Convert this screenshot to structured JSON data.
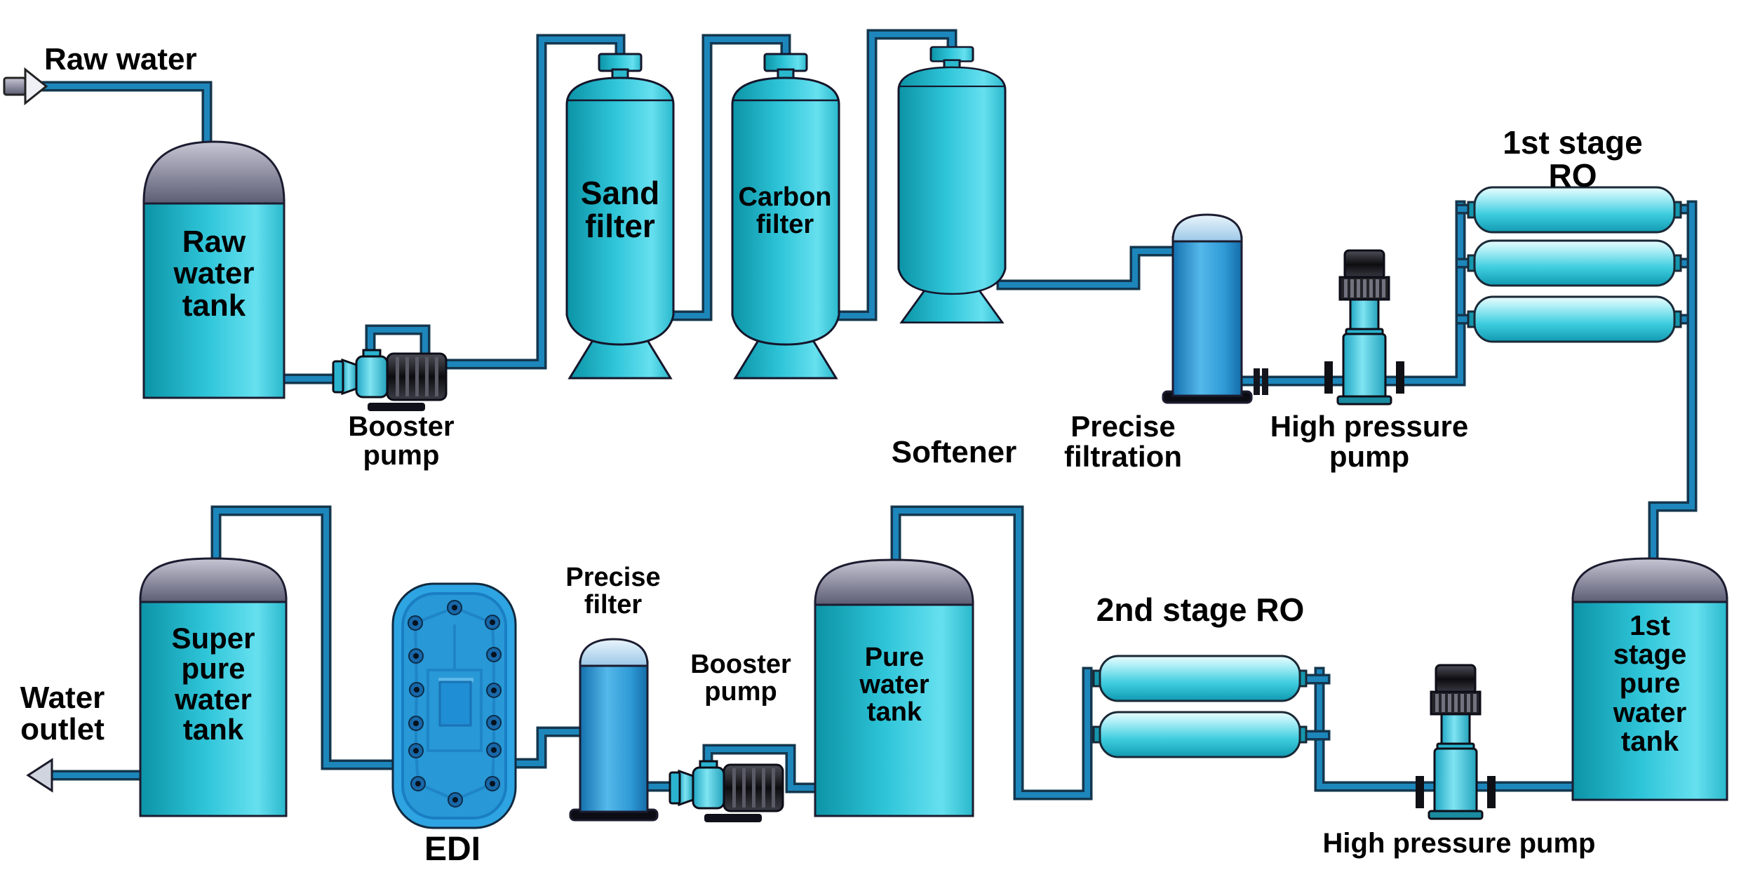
{
  "title": "Water purification process flow diagram",
  "colors": {
    "background": "#ffffff",
    "pipe": "#1d86bb",
    "pipe_outline": "#14374e",
    "tank_cyan": "#2fc5d9",
    "tank_highlight": "#66e0ef",
    "dome_gray": "#8c8ca2",
    "column_blue": "#3aa8e0",
    "edi_blue": "#2ea4e2",
    "membrane_cyan": "#3ecddf",
    "pump_cyan": "#7fe4f2",
    "pump_dark": "#131318",
    "text": "#000000"
  },
  "diagram": {
    "inlet": {
      "label": "Raw water"
    },
    "top_row": {
      "raw_water_tank": "Raw\nwater\ntank",
      "booster_pump": "Booster\npump",
      "sand_filter": "Sand\nfilter",
      "carbon_filter": "Carbon\nfilter",
      "softener": "Softener",
      "precise_filtration": "Precise\nfiltration",
      "high_pressure_pump": "High pressure\npump",
      "first_stage_ro": "1st stage RO"
    },
    "bottom_row": {
      "first_stage_pure_water_tank": "1st\nstage\npure\nwater\ntank",
      "high_pressure_pump": "High pressure pump",
      "second_stage_ro": "2nd stage RO",
      "pure_water_tank": "Pure\nwater\ntank",
      "booster_pump": "Booster\npump",
      "precise_filter": "Precise\nfilter",
      "edi": "EDI",
      "super_pure_water_tank": "Super\npure\nwater\ntank"
    },
    "outlet": {
      "label": "Water\noutlet"
    }
  }
}
